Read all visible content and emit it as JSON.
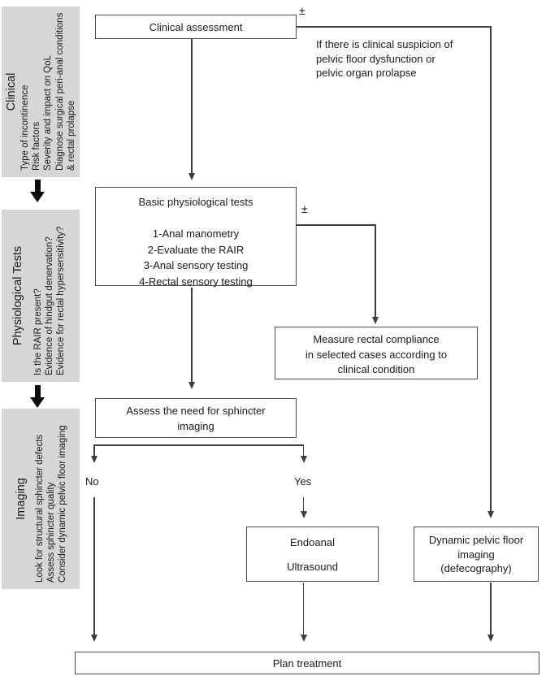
{
  "colors": {
    "sidebar_bg": "#d6d6d6",
    "line": "#3e3e3e",
    "border": "#4d4d4d",
    "separator": "#0d0d0d"
  },
  "sidebar": {
    "sections": [
      {
        "title": "Clinical",
        "items": [
          "Type of incontinence",
          "Risk factors",
          "Severity and impact on QoL",
          "Diagnose surgical peri-anal conditions",
          "& rectal prolapse"
        ]
      },
      {
        "title": "Physiological Tests",
        "items": [
          "Is the RAIR present?",
          "Evidence of hindgut denervation?",
          "Evidence for rectal hypersensitivity?"
        ]
      },
      {
        "title": "Imaging",
        "items": [
          "Look for structural sphincter defects",
          "Assess sphincter quality",
          "Consider dynamic pelvic floor imaging"
        ]
      }
    ]
  },
  "nodes": {
    "clinical_assessment": {
      "label": "Clinical assessment"
    },
    "basic_tests": {
      "title": "Basic physiological tests",
      "items": [
        "1-Anal manometry",
        "2-Evaluate the RAIR",
        "3-Anal sensory testing",
        "4-Rectal sensory testing"
      ]
    },
    "measure_compliance": {
      "lines": [
        "Measure rectal compliance",
        "in selected cases according to",
        "clinical condition"
      ]
    },
    "assess_need": {
      "lines": [
        "Assess the need for sphincter",
        "imaging"
      ]
    },
    "endoanal": {
      "lines": [
        "Endoanal",
        "Ultrasound"
      ]
    },
    "dynamic_imaging": {
      "lines": [
        "Dynamic pelvic floor",
        "imaging",
        "(defecography)"
      ]
    },
    "plan_treatment": {
      "label": "Plan treatment"
    }
  },
  "annotations": {
    "plus_minus_top": "±",
    "plus_minus_mid": "±",
    "suspicion_lines": [
      "If there is clinical suspicion of",
      "pelvic floor dysfunction or",
      "pelvic organ prolapse"
    ],
    "branch_no": "No",
    "branch_yes": "Yes"
  }
}
